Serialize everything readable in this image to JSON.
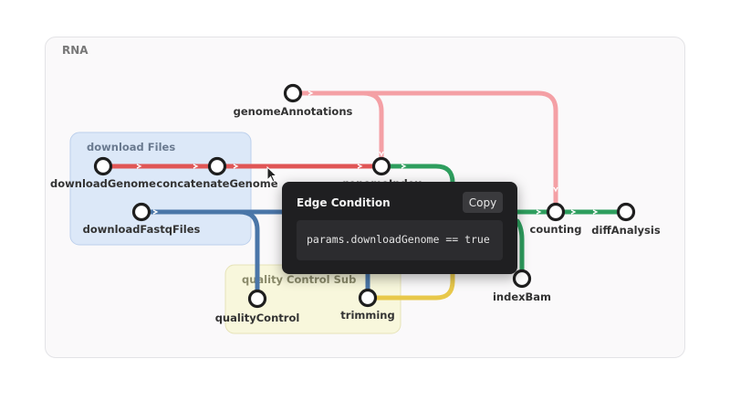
{
  "workflow": {
    "title": "RNA"
  },
  "groups": [
    {
      "id": "download",
      "label": "download Files"
    },
    {
      "id": "qc",
      "label": "quality Control Sub"
    }
  ],
  "nodes": [
    {
      "id": "genomeAnnotations",
      "label": "genomeAnnotations"
    },
    {
      "id": "downloadGenome",
      "label": "downloadGenome"
    },
    {
      "id": "concatenateGenome",
      "label": "concatenateGenome"
    },
    {
      "id": "genomeIndex",
      "label": "genomeIndex"
    },
    {
      "id": "downloadFastqFiles",
      "label": "downloadFastqFiles"
    },
    {
      "id": "counting",
      "label": "counting"
    },
    {
      "id": "diffAnalysis",
      "label": "diffAnalysis"
    },
    {
      "id": "indexBam",
      "label": "indexBam"
    },
    {
      "id": "qualityControl",
      "label": "qualityControl"
    },
    {
      "id": "trimming",
      "label": "trimming"
    }
  ],
  "colors": {
    "red": "#e05656",
    "pink": "#f4a0a5",
    "green": "#2e9e5e",
    "blue": "#4a76a8",
    "yellow": "#e8c84a",
    "group_blue": "#dce8f8",
    "group_yellow": "#f8f7dc"
  },
  "popup": {
    "title": "Edge Condition",
    "copy_label": "Copy",
    "code": "params.downloadGenome == true"
  }
}
